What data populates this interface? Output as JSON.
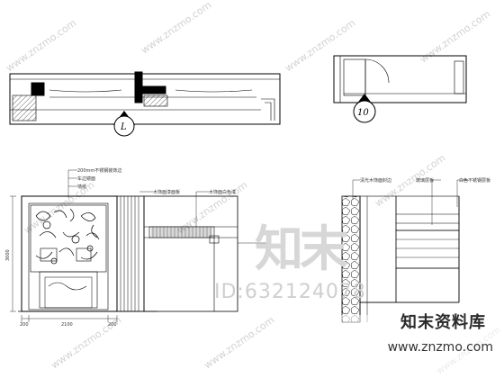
{
  "watermark": {
    "site": "www.znzmo.com",
    "brand": "知末资料库",
    "id_text": "ID:632124078",
    "logo_chars": "知末"
  },
  "bubbles": {
    "left": "L",
    "right": "10"
  },
  "labels": {
    "top1": "200mm不锈钢装饰边",
    "top2": "车边镜面",
    "top3": "墙纸",
    "mid1": "木饰面漆面板",
    "mid2": "木饰面白色漆",
    "right1": "清光木饰面封边",
    "right2": "玻璃层板",
    "right3": "白色不锈钢层板",
    "dim_left": "3000",
    "dim_bottom": "2100",
    "dim_l": "200",
    "dim_r": "200"
  }
}
